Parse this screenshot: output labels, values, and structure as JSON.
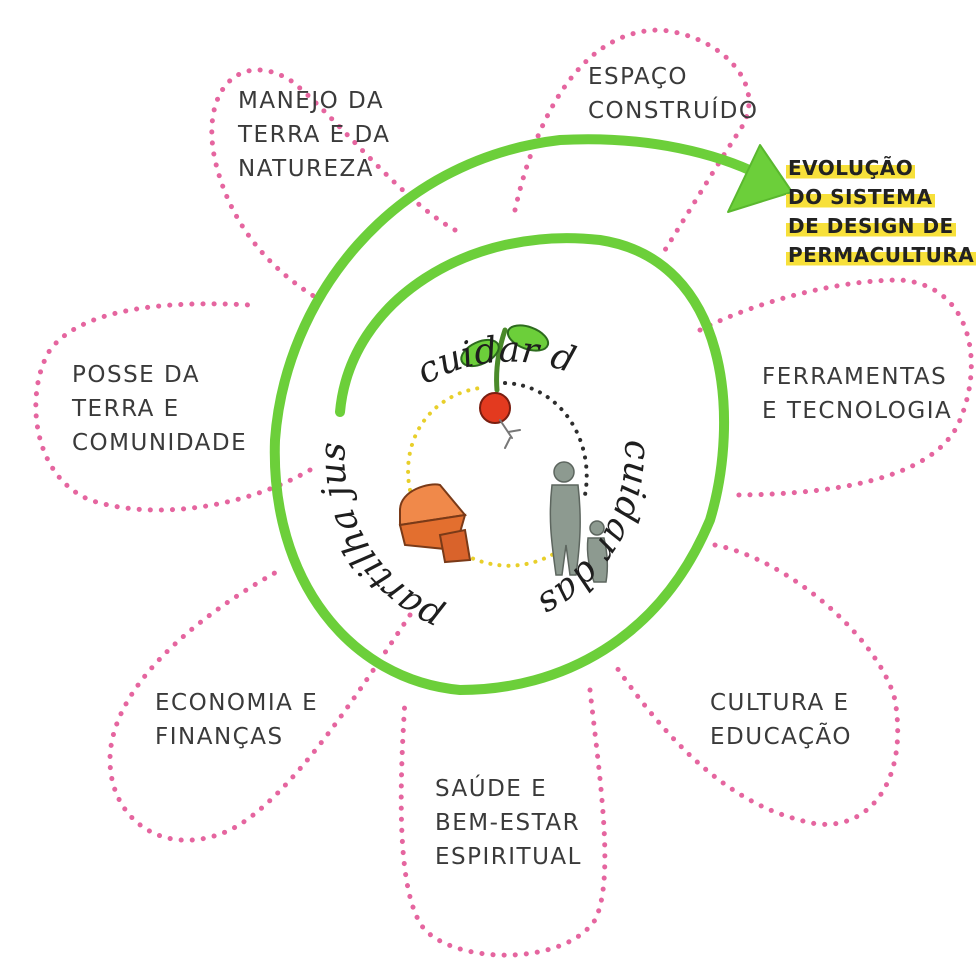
{
  "colors": {
    "petal_dots": "#e5659f",
    "green_ring": "#6ccf3a",
    "inner_dots": "#2d2d2d",
    "yellow_dots": "#e8cf2a",
    "highlight": "#f7e03a",
    "text": "#3a3a3a"
  },
  "petals": [
    {
      "id": "manejo",
      "lines": [
        "MANEJO DA",
        "TERRA E DA",
        "NATUREZA"
      ]
    },
    {
      "id": "espaco",
      "lines": [
        "ESPAÇO",
        "CONSTRUÍDO"
      ]
    },
    {
      "id": "ferramentas",
      "lines": [
        "FERRAMENTAS",
        "E TECNOLOGIA"
      ]
    },
    {
      "id": "cultura",
      "lines": [
        "CULTURA E",
        "EDUCAÇÃO"
      ]
    },
    {
      "id": "saude",
      "lines": [
        "SAÚDE E",
        "BEM-ESTAR",
        "ESPIRITUAL"
      ]
    },
    {
      "id": "economia",
      "lines": [
        "ECONOMIA E",
        "FINANÇAS"
      ]
    },
    {
      "id": "posse",
      "lines": [
        "POSSE DA",
        "TERRA E",
        "COMUNIDADE"
      ]
    }
  ],
  "goal": {
    "lines": [
      "EVOLUÇÃO",
      "DO SISTEMA",
      "DE DESIGN DE",
      "PERMACULTURA"
    ]
  },
  "ethics": {
    "earth": "cuidar da terra",
    "people": "cuidar das pessoas",
    "fair": "partilha justa"
  },
  "icons": {
    "earth": "seedling-icon",
    "people": "family-icon",
    "fair": "cheese-icon"
  }
}
